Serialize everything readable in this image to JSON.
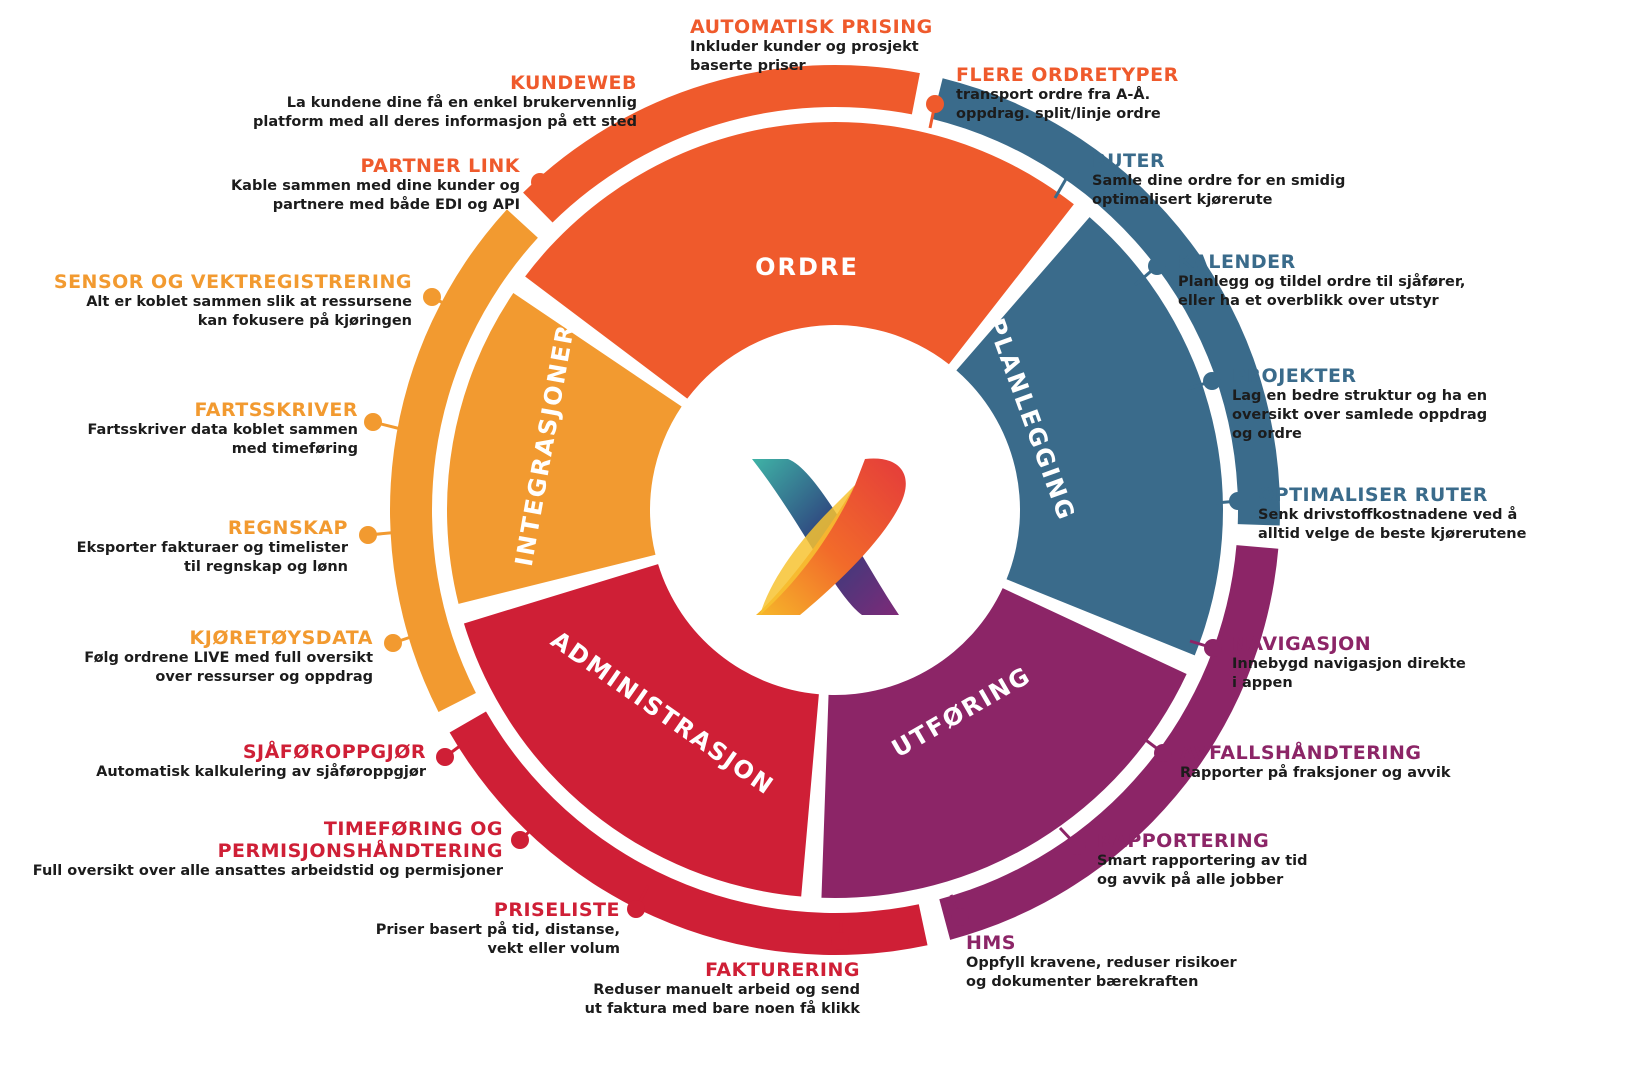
{
  "colors": {
    "ordre": "#ef5a2c",
    "planlegging": "#3a6b8b",
    "utforing": "#8c2567",
    "administrasjon": "#cf1f36",
    "integrasjoner": "#f29a30",
    "dark_text": "#1c1c1c"
  },
  "icons": {
    "logo": "x-logo-icon"
  },
  "segments": [
    {
      "key": "ordre",
      "label": "ORDRE",
      "color": "#ef5a2c"
    },
    {
      "key": "planlegging",
      "label": "PLANLEGGING",
      "color": "#3a6b8b"
    },
    {
      "key": "utforing",
      "label": "UTFØRING",
      "color": "#8c2567"
    },
    {
      "key": "administrasjon",
      "label": "ADMINISTRASJON",
      "color": "#cf1f36"
    },
    {
      "key": "integrasjoner",
      "label": "INTEGRASJONER",
      "color": "#f29a30"
    }
  ],
  "features": [
    {
      "title": "AUTOMATISK PRISING",
      "desc": [
        "Inkluder kunder og prosjekt",
        "baserte priser"
      ],
      "color": "#ef5a2c"
    },
    {
      "title": "FLERE ORDRETYPER",
      "desc": [
        "transport ordre fra A-Å.",
        "oppdrag. split/linje ordre"
      ],
      "color": "#ef5a2c"
    },
    {
      "title": "KUNDEWEB",
      "desc": [
        "La kundene dine få en enkel brukervennlig",
        "platform med all deres informasjon på ett sted"
      ],
      "color": "#ef5a2c"
    },
    {
      "title": "PARTNER LINK",
      "desc": [
        "Kable sammen med dine kunder og",
        "partnere med både EDI og API"
      ],
      "color": "#ef5a2c"
    },
    {
      "title": "RUTER",
      "desc": [
        "Samle dine ordre for en smidig",
        "optimalisert kjørerute"
      ],
      "color": "#3a6b8b"
    },
    {
      "title": "KALENDER",
      "desc": [
        "Planlegg og tildel ordre til sjåfører,",
        "eller ha et overblikk over utstyr"
      ],
      "color": "#3a6b8b"
    },
    {
      "title": "PROJEKTER",
      "desc": [
        "Lag en bedre struktur og ha en",
        "oversikt over samlede oppdrag",
        "og ordre"
      ],
      "color": "#3a6b8b"
    },
    {
      "title": "OPTIMALISER RUTER",
      "desc": [
        "Senk drivstoffkostnadene ved å",
        "alltid velge de beste kjørerutene"
      ],
      "color": "#3a6b8b"
    },
    {
      "title": "NAVIGASJON",
      "desc": [
        "Innebygd navigasjon direkte",
        "i appen"
      ],
      "color": "#8c2567"
    },
    {
      "title": "AVFALLSHÅNDTERING",
      "desc": [
        "Rapporter på fraksjoner og avvik"
      ],
      "color": "#8c2567"
    },
    {
      "title": "RAPPORTERING",
      "desc": [
        "Smart rapportering av tid",
        "og avvik på alle jobber"
      ],
      "color": "#8c2567"
    },
    {
      "title": "HMS",
      "desc": [
        "Oppfyll kravene, reduser risikoer",
        "og dokumenter bærekraften"
      ],
      "color": "#8c2567"
    },
    {
      "title": "SENSOR OG VEKTREGISTRERING",
      "desc": [
        "Alt er koblet sammen slik at ressursene",
        "kan fokusere på kjøringen"
      ],
      "color": "#f29a30"
    },
    {
      "title": "FARTSSKRIVER",
      "desc": [
        "Fartsskriver data koblet sammen",
        "med timeføring"
      ],
      "color": "#f29a30"
    },
    {
      "title": "REGNSKAP",
      "desc": [
        "Eksporter fakturaer og timelister",
        "til regnskap og lønn"
      ],
      "color": "#f29a30"
    },
    {
      "title": "KJØRETØYSDATA",
      "desc": [
        "Følg ordrene LIVE med full oversikt",
        "over ressurser og oppdrag"
      ],
      "color": "#f29a30"
    },
    {
      "title": "SJÅFØROPPGJØR",
      "desc": [
        "Automatisk kalkulering av sjåføroppgjør"
      ],
      "color": "#cf1f36"
    },
    {
      "title": "TIMEFØRING OG\nPERMISJONSHÅNDTERING",
      "desc": [
        "Full oversikt over alle ansattes arbeidstid og permisjoner"
      ],
      "color": "#cf1f36"
    },
    {
      "title": "PRISELISTE",
      "desc": [
        "Priser basert på tid, distanse,",
        "vekt eller volum"
      ],
      "color": "#cf1f36"
    },
    {
      "title": "FAKTURERING",
      "desc": [
        "Reduser manuelt arbeid og send",
        "ut faktura med bare noen få klikk"
      ],
      "color": "#cf1f36"
    }
  ]
}
